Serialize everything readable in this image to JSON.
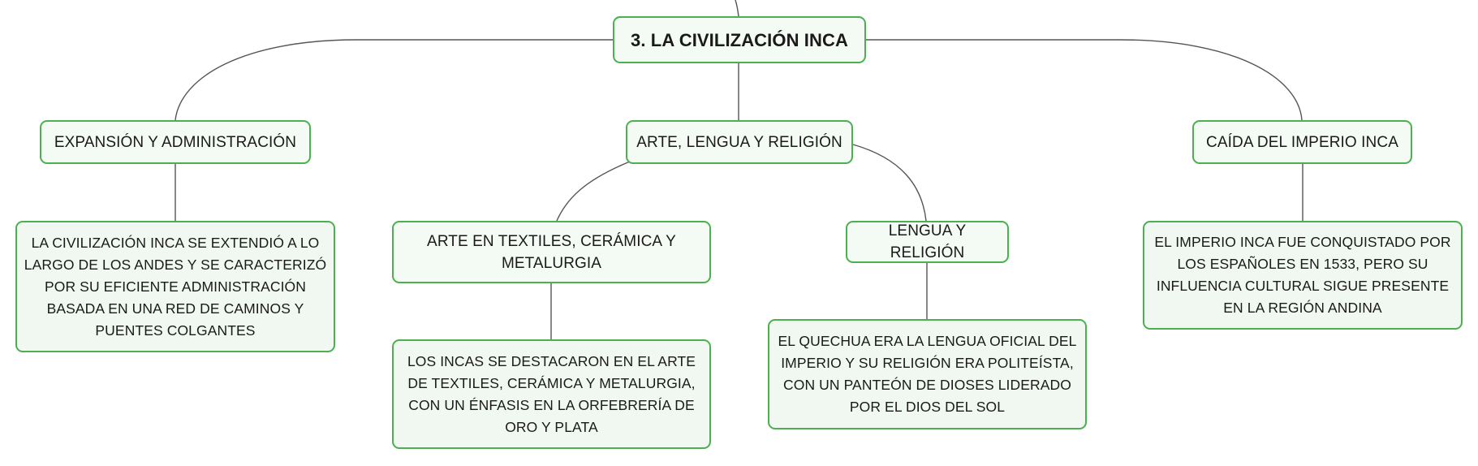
{
  "diagram": {
    "root": {
      "label": "3. LA CIVILIZACIÓN INCA"
    },
    "branches": [
      {
        "label": "EXPANSIÓN Y ADMINISTRACIÓN",
        "detail": "LA CIVILIZACIÓN INCA SE EXTENDIÓ A LO LARGO DE LOS ANDES Y SE CARACTERIZÓ POR SU EFICIENTE ADMINISTRACIÓN BASADA EN UNA RED DE CAMINOS Y PUENTES COLGANTES"
      },
      {
        "label": "ARTE, LENGUA Y RELIGIÓN",
        "children": [
          {
            "label": "ARTE EN TEXTILES, CERÁMICA Y METALURGIA",
            "detail": "LOS INCAS SE DESTACARON EN EL ARTE DE TEXTILES, CERÁMICA Y METALURGIA, CON UN ÉNFASIS EN LA ORFEBRERÍA DE ORO Y PLATA"
          },
          {
            "label": "LENGUA Y RELIGIÓN",
            "detail": "EL QUECHUA ERA LA LENGUA OFICIAL DEL IMPERIO Y SU RELIGIÓN ERA POLITEÍSTA, CON UN PANTEÓN DE DIOSES LIDERADO POR EL DIOS DEL SOL"
          }
        ]
      },
      {
        "label": "CAÍDA DEL IMPERIO INCA",
        "detail": "EL IMPERIO INCA FUE CONQUISTADO POR LOS ESPAÑOLES EN 1533, PERO SU INFLUENCIA CULTURAL SIGUE PRESENTE EN LA REGIÓN ANDINA"
      }
    ]
  },
  "colors": {
    "node_border": "#4caf50",
    "node_fill": "#f1f8f1",
    "connector": "#555555",
    "text": "#1a1a1a"
  }
}
